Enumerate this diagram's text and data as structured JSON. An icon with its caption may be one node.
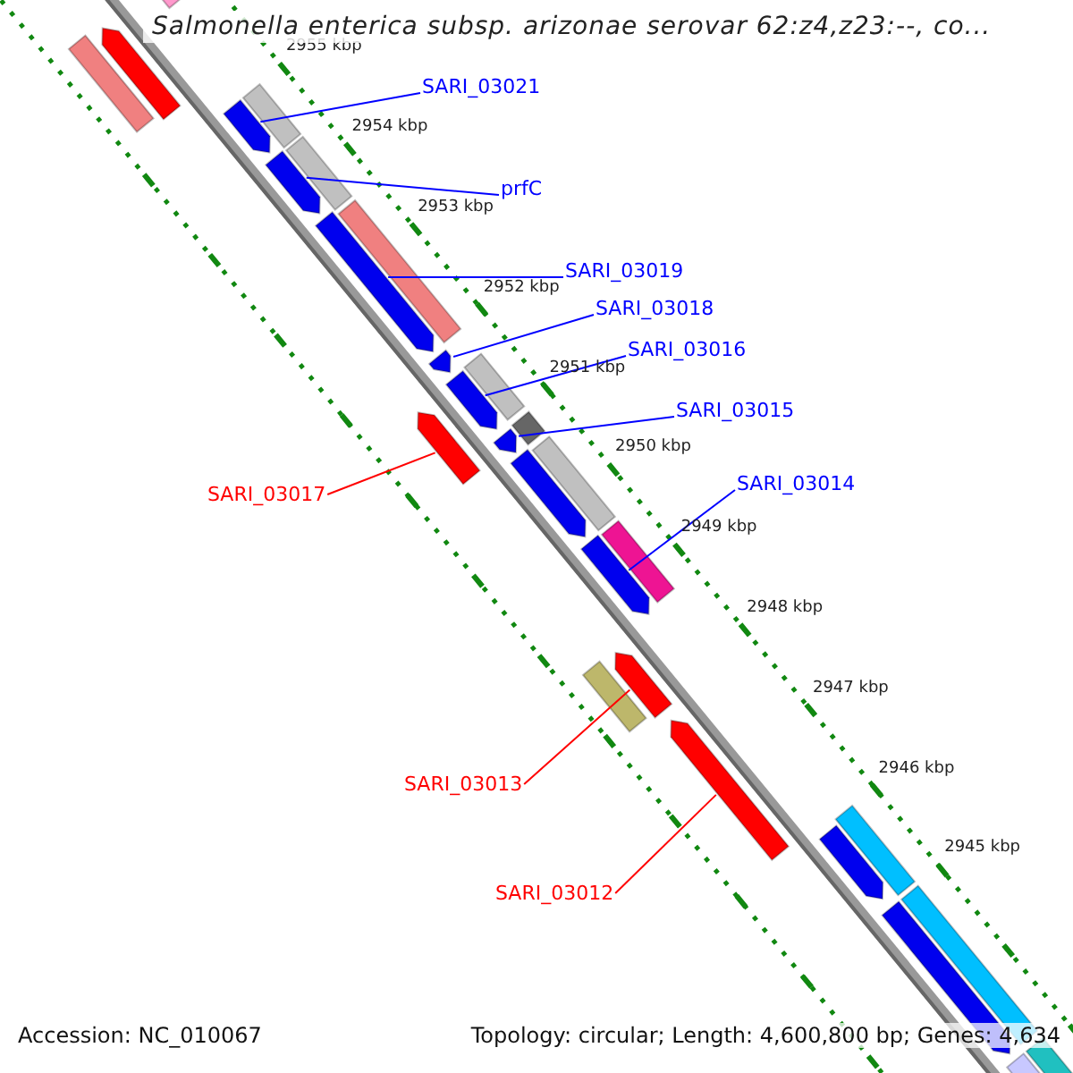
{
  "diagram": {
    "title": "Salmonella enterica subsp. arizonae serovar 62:z4,z23:--, co...",
    "nodes": [
      {
        "text": [
          "SARI_03021"
        ]
      },
      {
        "text": [
          "prfC"
        ]
      },
      {
        "text": [
          "SARI_03019"
        ]
      },
      {
        "text": [
          "SARI_03018"
        ]
      },
      {
        "text": [
          "SARI_03016"
        ]
      },
      {
        "text": [
          "SARI_03015"
        ]
      },
      {
        "text": [
          "SARI_03014"
        ]
      },
      {
        "text": [
          "SARI_03017"
        ]
      },
      {
        "text": [
          "SARI_03013"
        ]
      },
      {
        "text": [
          "SARI_03012"
        ]
      },
      {
        "text": [],
        "shape": "bar"
      },
      {
        "text": [],
        "shape": "bar"
      },
      {
        "text": [],
        "shape": "arrow"
      },
      {
        "text": [],
        "shape": "bar"
      },
      {
        "text": [],
        "shape": "arrow"
      },
      {
        "text": [],
        "shape": "arrow"
      },
      {
        "text": [],
        "shape": "bar"
      },
      {
        "text": [],
        "shape": "arrow"
      },
      {
        "text": [],
        "shape": "bar"
      },
      {
        "text": [],
        "shape": "arrow"
      },
      {
        "text": [],
        "shape": "bar"
      },
      {
        "text": [],
        "shape": "arrow"
      },
      {
        "text": [],
        "shape": "arrow"
      },
      {
        "text": [],
        "shape": "bar"
      },
      {
        "text": [],
        "shape": "arrow"
      },
      {
        "text": [],
        "shape": "arrow"
      },
      {
        "text": [],
        "shape": "bar"
      },
      {
        "text": [],
        "shape": "arrow"
      },
      {
        "text": [],
        "shape": "bar"
      },
      {
        "text": [],
        "shape": "bar"
      },
      {
        "text": [],
        "shape": "arrow"
      },
      {
        "text": [],
        "shape": "arrow"
      },
      {
        "text": [],
        "shape": "bar"
      },
      {
        "text": [],
        "shape": "arrow"
      },
      {
        "text": [],
        "shape": "bar"
      },
      {
        "text": [],
        "shape": "arrow"
      },
      {
        "text": [],
        "shape": "bar"
      },
      {
        "text": [],
        "shape": "arrow"
      }
    ],
    "edges": [
      {
        "from": 0,
        "to": 14,
        "arrow": "none"
      },
      {
        "from": 1,
        "to": 15,
        "arrow": "none"
      },
      {
        "from": 2,
        "to": 17,
        "arrow": "none"
      },
      {
        "from": 3,
        "to": 19,
        "arrow": "none"
      },
      {
        "from": 4,
        "to": 21,
        "arrow": "none"
      },
      {
        "from": 5,
        "to": 24,
        "arrow": "none"
      },
      {
        "from": 6,
        "to": 27,
        "arrow": "none"
      },
      {
        "from": 7,
        "to": 22,
        "arrow": "none",
        "color": "#ff0000"
      },
      {
        "from": 8,
        "to": 30,
        "arrow": "none",
        "color": "#ff0000"
      },
      {
        "from": 9,
        "to": 31,
        "arrow": "none",
        "color": "#ff0000"
      }
    ],
    "labels": [
      "2955 kbp",
      "2954 kbp",
      "2953 kbp",
      "2952 kbp",
      "2951 kbp",
      "2950 kbp",
      "2949 kbp",
      "2948 kbp",
      "2947 kbp",
      "2946 kbp",
      "2945 kbp",
      "Accession: NC_010067",
      "Topology: circular; Length: 4,600,800 bp; Genes: 4,634"
    ]
  }
}
